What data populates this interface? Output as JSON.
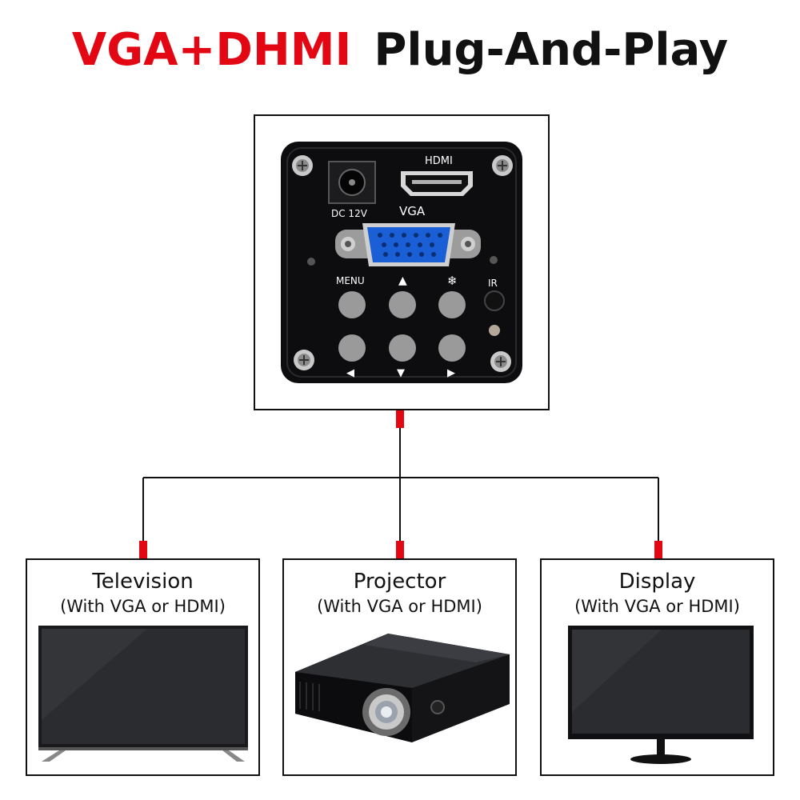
{
  "header": {
    "title_red": "VGA+DHMI",
    "title_black": "Plug-And-Play"
  },
  "camera": {
    "port_hdmi": "HDMI",
    "port_dc": "DC 12V",
    "port_vga": "VGA",
    "button_menu": "MENU",
    "label_ir": "IR",
    "glyph_up": "▲",
    "glyph_down": "▼",
    "glyph_left": "◀",
    "glyph_right": "▶",
    "glyph_freeze": "❄"
  },
  "devices": [
    {
      "name": "Television",
      "sub": "(With VGA or HDMI)"
    },
    {
      "name": "Projector",
      "sub": "(With VGA or HDMI)"
    },
    {
      "name": "Display",
      "sub": "(With VGA or HDMI)"
    }
  ],
  "colors": {
    "accent_red": "#e30613",
    "line": "#111111",
    "camera_body": "#0d0d0f",
    "vga_blue": "#1a5fd6",
    "button_grey": "#9a9a9a"
  }
}
